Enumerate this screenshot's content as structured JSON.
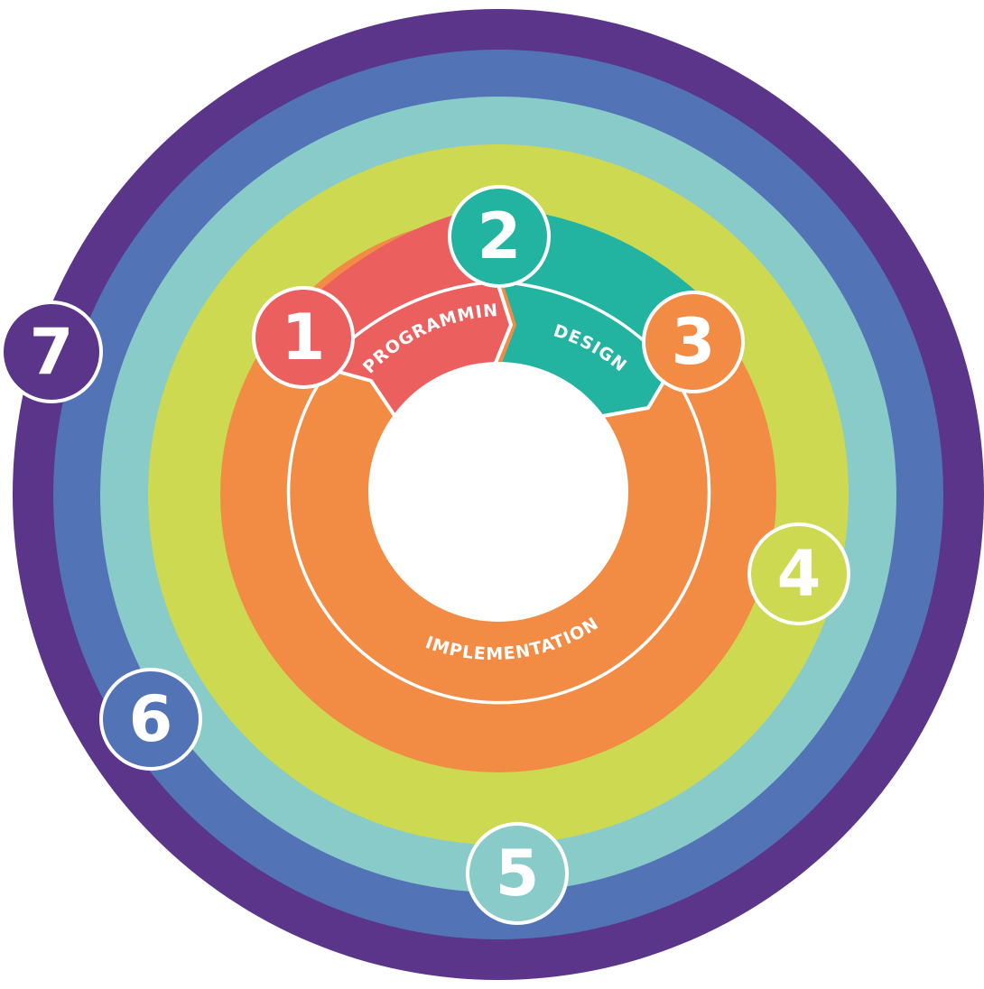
{
  "rings": [
    {
      "id": "ring-7",
      "color": "#5b3589"
    },
    {
      "id": "ring-6",
      "color": "#5273b6"
    },
    {
      "id": "ring-5",
      "color": "#88cbc8"
    },
    {
      "id": "ring-4",
      "color": "#cdd950"
    },
    {
      "id": "ring-3",
      "color": "#f28c44"
    }
  ],
  "segments": {
    "programming": {
      "label": "PROGRAMMING",
      "color": "#eb5f5f"
    },
    "design": {
      "label": "DESIGN",
      "color": "#22b3a1"
    },
    "implementation": {
      "label": "IMPLEMENTATION",
      "color": "#f28c44"
    }
  },
  "badges": [
    {
      "number": "1",
      "color": "#eb5f5f"
    },
    {
      "number": "2",
      "color": "#22b3a1"
    },
    {
      "number": "3",
      "color": "#f28c44"
    },
    {
      "number": "4",
      "color": "#cdd950"
    },
    {
      "number": "5",
      "color": "#88cbc8"
    },
    {
      "number": "6",
      "color": "#5273b6"
    },
    {
      "number": "7",
      "color": "#5b3589"
    }
  ]
}
